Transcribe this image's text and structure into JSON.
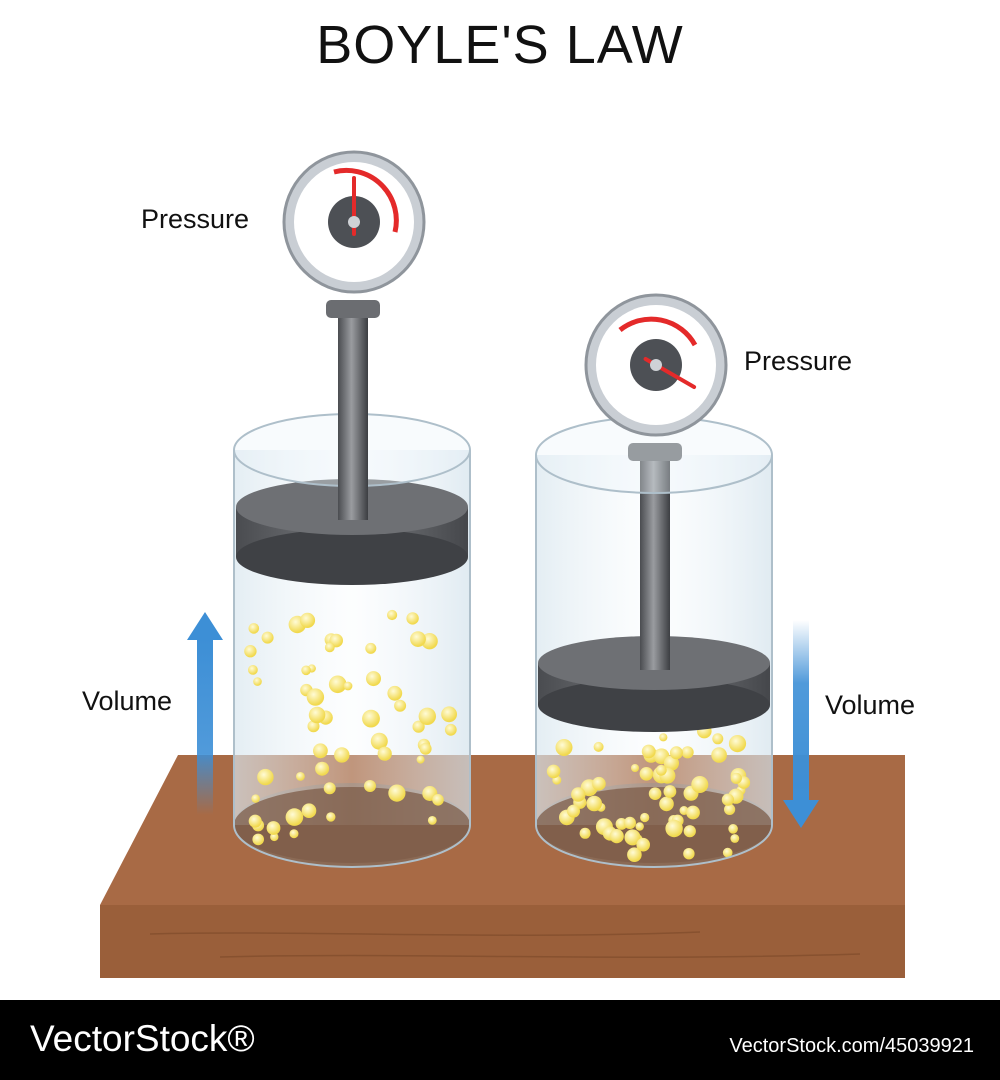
{
  "title": "BOYLE'S LAW",
  "left_cylinder": {
    "pressure_label": "Pressure",
    "volume_label": "Volume",
    "volume_direction": "up",
    "needle_level": 0.25
  },
  "right_cylinder": {
    "pressure_label": "Pressure",
    "volume_label": "Volume",
    "volume_direction": "down",
    "needle_level": 0.75
  },
  "footer": {
    "brand": "VectorStock®",
    "image_id": "VectorStock.com/45039921"
  },
  "colors": {
    "table_top": "#a86a45",
    "table_front": "#9a5f3a",
    "arrow": "#3d8fd6",
    "particle": "#f4e070",
    "needle": "#e42a2a",
    "piston": "#5a5c60"
  }
}
